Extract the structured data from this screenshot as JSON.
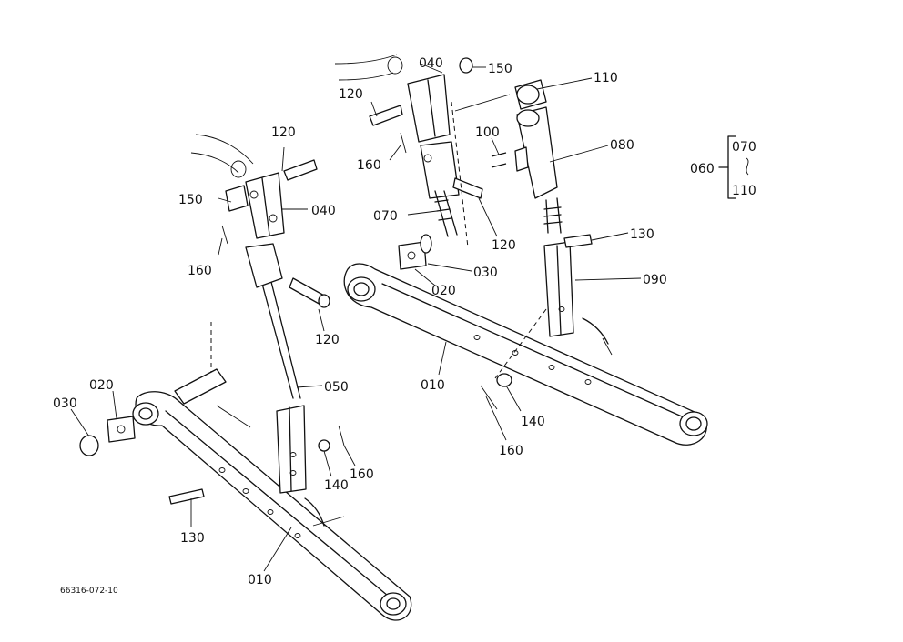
{
  "drawing_code": "66316-072-10",
  "callouts": {
    "l010": "010",
    "l020": "020",
    "l030": "030",
    "l040": "040",
    "l050": "050",
    "l120a": "120",
    "l120b": "120",
    "l130": "130",
    "l140": "140",
    "l150": "150",
    "l160a": "160",
    "l160b": "160",
    "r010": "010",
    "r020": "020",
    "r030": "030",
    "r040": "040",
    "r070": "070",
    "r080": "080",
    "r090": "090",
    "r100": "100",
    "r110": "110",
    "r120a": "120",
    "r120b": "120",
    "r130": "130",
    "r140": "140",
    "r150": "150",
    "r160a": "160",
    "r160b": "160"
  },
  "assembly_key": {
    "group": "060",
    "from": "070",
    "to": "110"
  }
}
